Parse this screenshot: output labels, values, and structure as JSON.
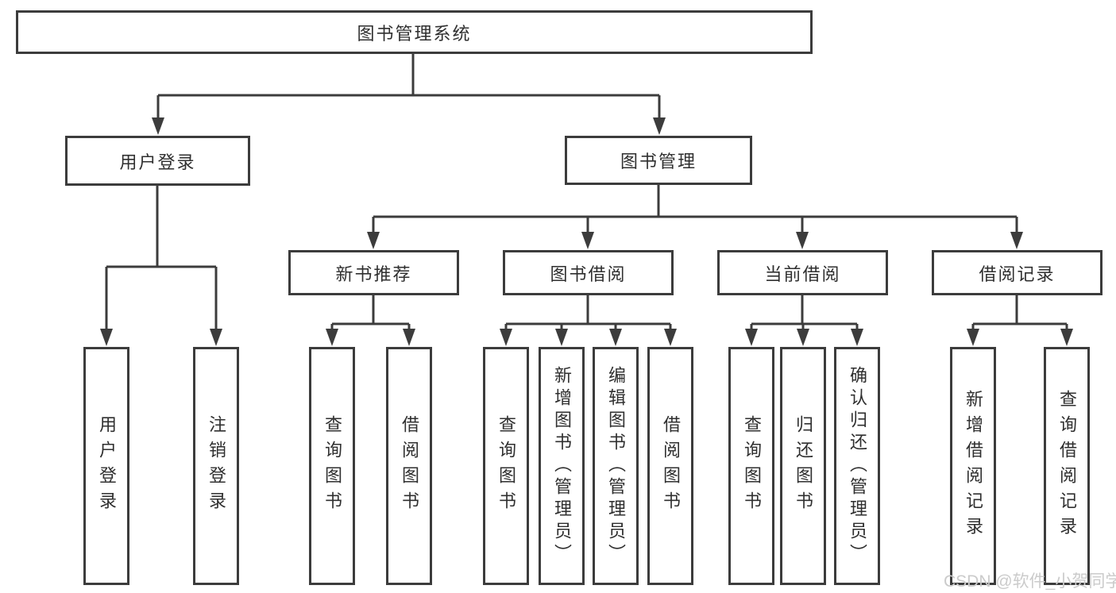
{
  "diagram": {
    "root": {
      "label": "图书管理系统"
    },
    "branches": [
      {
        "label": "用户登录",
        "children": [
          {
            "label": "用户登录"
          },
          {
            "label": "注销登录"
          }
        ]
      },
      {
        "label": "图书管理",
        "groups": [
          {
            "label": "新书推荐",
            "children": [
              {
                "label": "查询图书"
              },
              {
                "label": "借阅图书"
              }
            ]
          },
          {
            "label": "图书借阅",
            "children": [
              {
                "label": "查询图书"
              },
              {
                "label": "新增图书（管理员）"
              },
              {
                "label": "编辑图书（管理员）"
              },
              {
                "label": "借阅图书"
              }
            ]
          },
          {
            "label": "当前借阅",
            "children": [
              {
                "label": "查询图书"
              },
              {
                "label": "归还图书"
              },
              {
                "label": "确认归还（管理员）"
              }
            ]
          },
          {
            "label": "借阅记录",
            "children": [
              {
                "label": "新增借阅记录"
              },
              {
                "label": "查询借阅记录"
              }
            ]
          }
        ]
      }
    ]
  },
  "watermark": {
    "text": "CSDN @软件_小贺同学"
  },
  "colors": {
    "line": "#3c3c3c",
    "text": "#2f2f2f",
    "watermark": "#cbcbcb",
    "background": "#ffffff"
  }
}
